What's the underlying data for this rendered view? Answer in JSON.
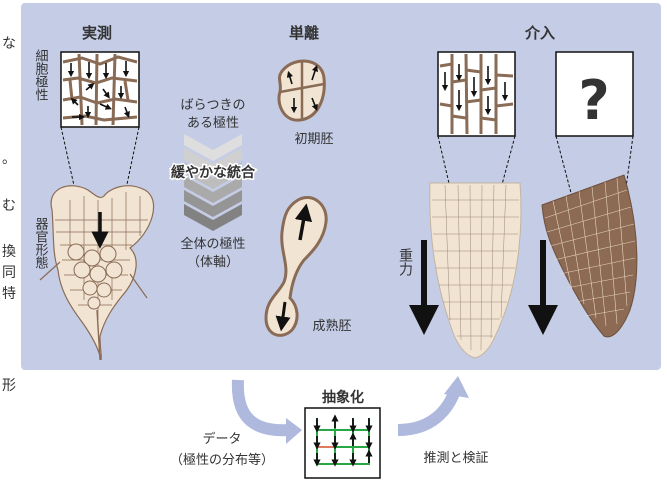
{
  "left_margin_text": [
    "な",
    "。",
    "む",
    "換",
    "同",
    "特",
    "形"
  ],
  "sections": {
    "observation": "実測",
    "isolation": "単離",
    "intervention": "介入"
  },
  "labels": {
    "cell_polarity": "細胞極性",
    "organ_morphology": "器官形態",
    "variable_polarity_line1": "ばらつきの",
    "variable_polarity_line2": "ある極性",
    "gentle_integration": "緩やかな統合",
    "global_polarity": "全体の極性",
    "body_axis": "（体軸）",
    "early_embryo": "初期胚",
    "mature_embryo": "成熟胚",
    "gravity": "重力",
    "question_mark": "?"
  },
  "bottom": {
    "data_line1": "データ",
    "data_line2": "（極性の分布等）",
    "abstraction": "抽象化",
    "inference": "推測と検証"
  },
  "colors": {
    "panel_bg": "#c5cde6",
    "tissue_light": "#f1e4d2",
    "tissue_dark": "#8c6a54",
    "cell_line": "#8a6b55",
    "arrow_light": "#aeb9dd",
    "chevron": "#9a9a9a"
  }
}
